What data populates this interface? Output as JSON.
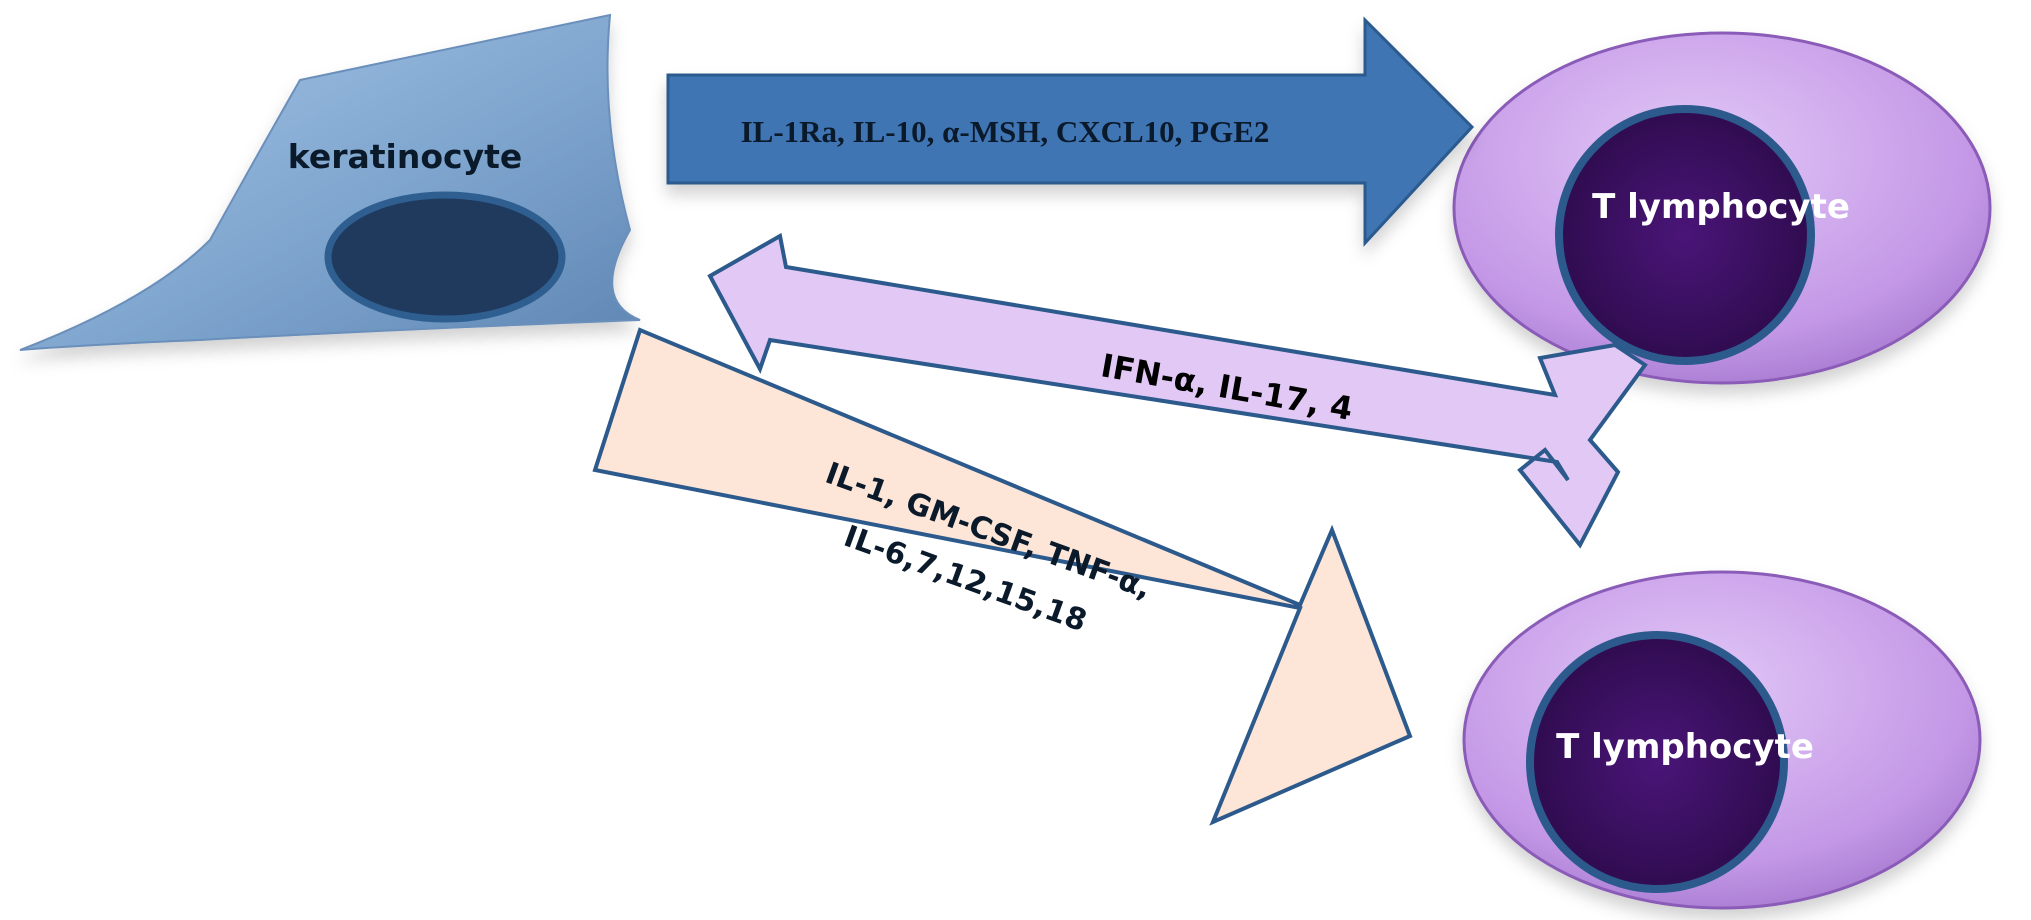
{
  "cells": {
    "keratinocyte": {
      "label": "keratinocyte"
    },
    "t_cell_top": {
      "label": "T lymphocyte"
    },
    "t_cell_bottom": {
      "label": "T lymphocyte"
    }
  },
  "arrows": {
    "top": {
      "label": "IL-1Ra, IL-10, α-MSH,  CXCL10,  PGE2",
      "color": "#3f74b3"
    },
    "middle": {
      "label": "IFN-α,  IL-17,  4",
      "color": "#e2c9f5"
    },
    "bottom": {
      "line1": "IL-1, GM-CSF,  TNF-α,",
      "line2": "IL-6,7,12,15,18",
      "color": "#fde6d8"
    }
  },
  "colors": {
    "keratinocyte_fill": "#7fa6cf",
    "nucleus_fill": "#1f3a5c",
    "cell_outer": "#c9a0e6",
    "cell_nucleus": "#3a1060"
  }
}
